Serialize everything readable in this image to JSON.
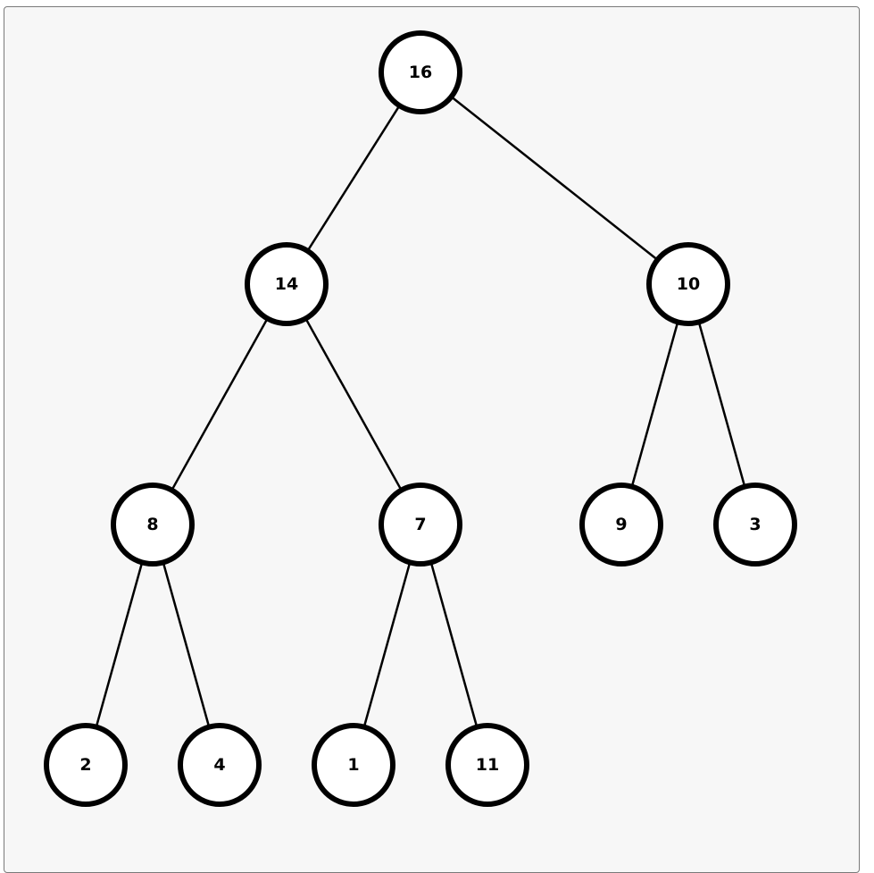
{
  "tree": {
    "nodes": [
      {
        "id": "n16",
        "label": "16"
      },
      {
        "id": "n14",
        "label": "14"
      },
      {
        "id": "n10",
        "label": "10"
      },
      {
        "id": "n8",
        "label": "8"
      },
      {
        "id": "n7",
        "label": "7"
      },
      {
        "id": "n9",
        "label": "9"
      },
      {
        "id": "n3",
        "label": "3"
      },
      {
        "id": "n2",
        "label": "2"
      },
      {
        "id": "n4",
        "label": "4"
      },
      {
        "id": "n1",
        "label": "1"
      },
      {
        "id": "n11",
        "label": "11"
      }
    ],
    "edges": [
      {
        "from": "n16",
        "to": "n14"
      },
      {
        "from": "n16",
        "to": "n10"
      },
      {
        "from": "n14",
        "to": "n8"
      },
      {
        "from": "n14",
        "to": "n7"
      },
      {
        "from": "n10",
        "to": "n9"
      },
      {
        "from": "n10",
        "to": "n3"
      },
      {
        "from": "n8",
        "to": "n2"
      },
      {
        "from": "n8",
        "to": "n4"
      },
      {
        "from": "n7",
        "to": "n1"
      },
      {
        "from": "n7",
        "to": "n11"
      }
    ]
  }
}
